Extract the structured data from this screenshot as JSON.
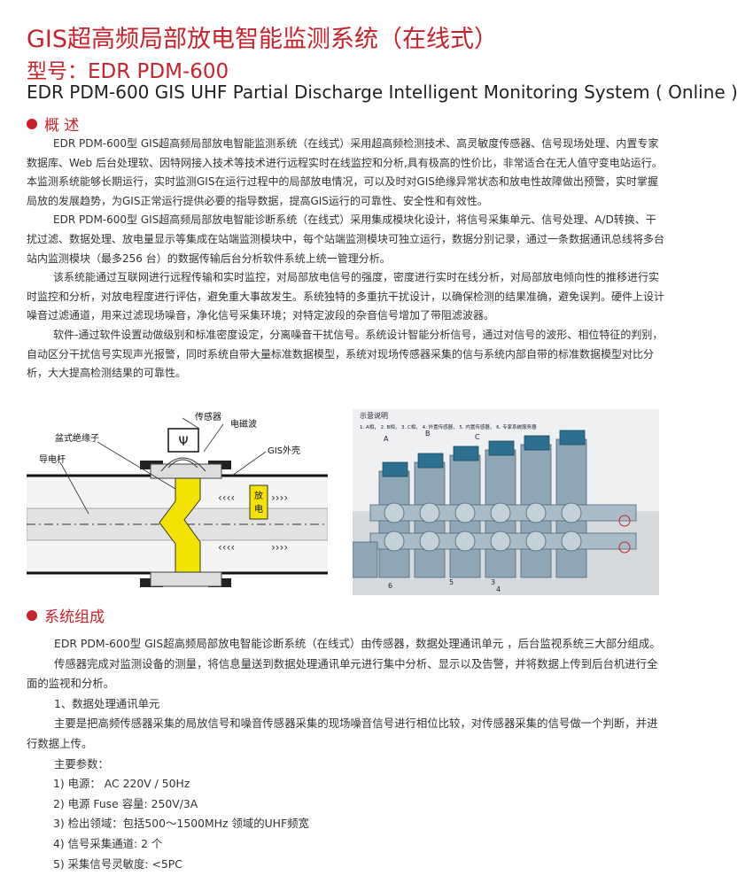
{
  "header": {
    "title": "GIS超高频局部放电智能监测系统（在线式）",
    "model": "型号：EDR PDM-600",
    "english_title": "EDR PDM-600 GIS UHF Partial Discharge  Intelligent Monitoring System ( Online )"
  },
  "overview": {
    "heading": "概 述",
    "paragraphs": [
      "EDR PDM-600型 GIS超高频局部放电智能监测系统（在线式）采用超高频检测技术、高灵敏度传感器、信号现场处理、内置专家数据库、Web 后台处理软、因特网接入技术等技术进行远程实时在线监控和分析,具有极高的性价比，非常适合在无人值守变电站运行。本监测系统能够长期运行，实时监测GIS在运行过程中的局部放电情况，可以及时对GIS绝缘异常状态和放电性故障做出预警，实时掌握局放的发展趋势，为GIS正常运行提供必要的指导数据，提高GIS运行的可靠性、安全性和有效性。",
      "EDR PDM-600型 GIS超高频局部放电智能诊断系统（在线式）采用集成模块化设计，将信号采集单元、信号处理、A/D转换、干扰过滤、数据处理、放电量显示等集成在站端监测模块中，每个站端监测模块可独立运行，数据分别记录，通过一条数据通讯总线将多台站内监测模块（最多256 台）的数据传输后台分析软件系统上统一管理分析。",
      "该系统能通过互联网进行远程传输和实时监控，对局部放电信号的强度，密度进行实时在线分析，对局部放电倾向性的推移进行实时监控和分析，对放电程度进行评估，避免重大事故发生。系统独特的多重抗干扰设计，以确保检测的结果准确，避免误判。硬件上设计噪音过滤通道，用来过滤现场噪音，净化信号采集环境；对特定波段的杂音信号增加了带阻滤波器。",
      "软件-通过软件设置动做级别和标准密度设定，分离噪音干扰信号。系统设计智能分析信号，通过对信号的波形、相位特征的判别，自动区分干扰信号实现声光报警，同时系统自带大量标准数据模型，系统对现场传感器采集的信与系统内部自带的标准数据模型对比分析，大大提高检测结果的可靠性。"
    ]
  },
  "diagram": {
    "labels": {
      "sensor": "传感器",
      "em_wave": "电磁波",
      "insulator": "盆式绝缘子",
      "gis_shell": "GIS外壳",
      "conductor": "导电杆",
      "discharge": "放电"
    }
  },
  "photo": {
    "legend_title": "示意说明",
    "legend_text": "1. A相， 2. B相， 3. C相， 4. 外置传感器， 5. 内置传感器， 6. 专家系统服务器",
    "markers": [
      "A",
      "B",
      "C",
      "5",
      "3",
      "4",
      "6"
    ]
  },
  "composition": {
    "heading": "系统组成",
    "intro": "EDR PDM-600型 GIS超高频局部放电智能诊断系统（在线式）由传感器，数据处理通讯单元 ，后台监视系统三大部分组成。",
    "para2": "传感器完成对监测设备的测量，将信息量送到数据处理通讯单元进行集中分析、显示以及告警，并将数据上传到后台机进行全面的监视和分析。",
    "sub_title": "1、数据处理通讯单元",
    "sub_desc": "主要是把高频传感器采集的局放信号和噪音传感器采集的现场噪音信号进行相位比较，对传感器采集的信号做一个判断，并进行数据上传。",
    "params_title": "主要参数：",
    "params": [
      "1) 电源： AC 220V / 50Hz",
      "2) 电源 Fuse 容量: 250V/3A",
      "3) 检出领域：包括500～1500MHz 领域的UHF频宽",
      "4) 信号采集通道: 2 个",
      "5) 采集信号灵敏度: <5PC"
    ]
  },
  "colors": {
    "accent_red": "#c8222a",
    "insulator_yellow": "#f2e300"
  }
}
